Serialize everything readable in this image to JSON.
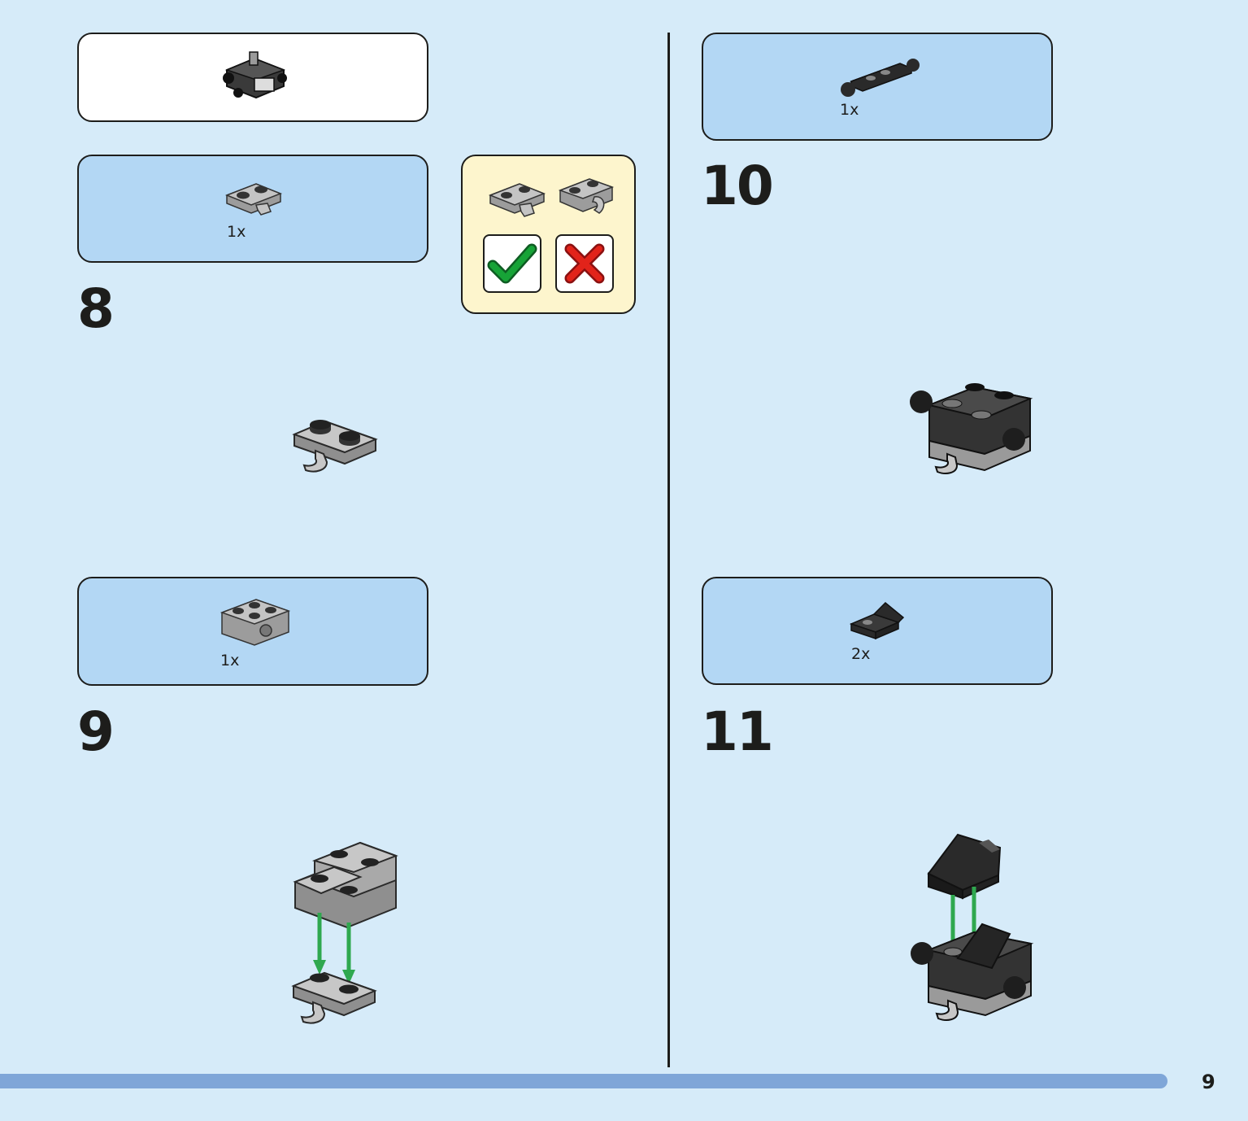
{
  "page": {
    "number": "9"
  },
  "callout": {
    "name": "submodel-callout"
  },
  "steps": [
    {
      "number": "8",
      "parts": [
        {
          "quantity": "1x",
          "icon": "plate-clip-horizontal-icon"
        }
      ]
    },
    {
      "number": "9",
      "parts": [
        {
          "quantity": "1x",
          "icon": "brick-technic-hole-icon"
        }
      ]
    },
    {
      "number": "10",
      "parts": [
        {
          "quantity": "1x",
          "icon": "plate-ball-joints-icon"
        }
      ]
    },
    {
      "number": "11",
      "parts": [
        {
          "quantity": "2x",
          "icon": "slope-bracket-icon"
        }
      ]
    }
  ],
  "orientation_hint": {
    "correct_icon": "checkmark-icon",
    "wrong_icon": "cross-icon"
  },
  "colors": {
    "background": "#d6ebf9",
    "parts_box": "#b3d7f4",
    "hint_box": "#fdf5cd",
    "arrow": "#2fa84f",
    "progress": "#7fa6d8",
    "check": "#17a337",
    "cross": "#e2231a"
  }
}
